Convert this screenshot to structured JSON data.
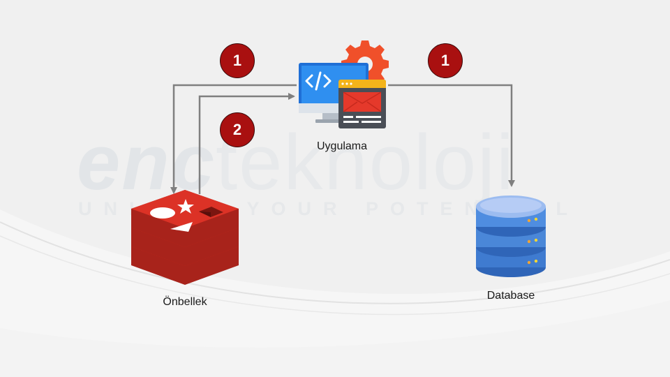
{
  "watermark": {
    "brand": "enc",
    "word": "teknoloji",
    "tagline": "UNLOCK YOUR POTENTIAL"
  },
  "nodes": {
    "app": {
      "label": "Uygulama",
      "icon": "code-window-gear-icon"
    },
    "cache": {
      "label": "Önbellek",
      "icon": "redis-stack-icon"
    },
    "database": {
      "label": "Database",
      "icon": "database-cylinder-icon"
    }
  },
  "badges": {
    "left_top": "1",
    "left_bottom": "2",
    "right_top": "1"
  },
  "colors": {
    "badge": "#a91010",
    "arrow": "#7f7f7f",
    "redis": "#d82c20",
    "database": "#4a87d8",
    "monitor": "#2f8ff0",
    "gear": "#f0502a"
  }
}
